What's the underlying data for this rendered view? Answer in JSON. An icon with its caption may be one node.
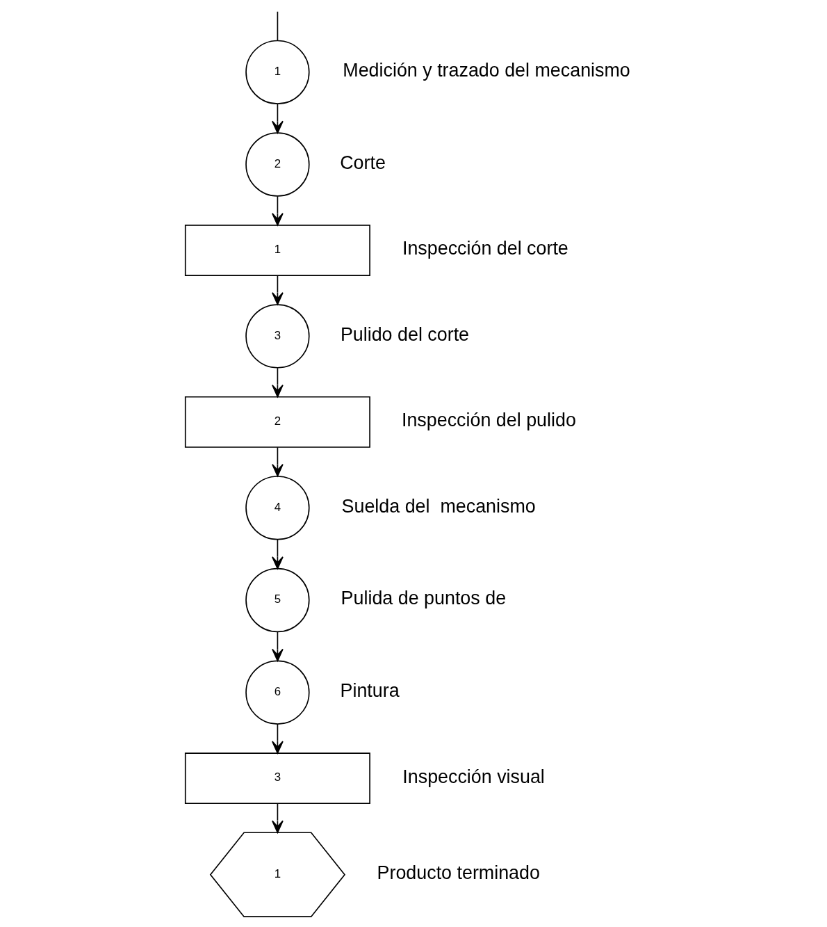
{
  "diagram": {
    "nodes": [
      {
        "text": [
          "1"
        ],
        "beside": [
          "Medición y trazado del mecanismo"
        ]
      },
      {
        "text": [
          "2"
        ],
        "beside": [
          "Corte"
        ]
      },
      {
        "text": [
          "1"
        ],
        "beside": [
          "Inspección del corte"
        ]
      },
      {
        "text": [
          "3"
        ],
        "beside": [
          "Pulido del corte"
        ]
      },
      {
        "text": [
          "2"
        ],
        "beside": [
          "Inspección del pulido"
        ]
      },
      {
        "text": [
          "4"
        ],
        "beside": [
          "Suelda del  mecanismo"
        ]
      },
      {
        "text": [
          "5"
        ],
        "beside": [
          "Pulida de puntos de"
        ]
      },
      {
        "text": [
          "6"
        ],
        "beside": [
          "Pintura"
        ]
      },
      {
        "text": [
          "3"
        ],
        "beside": [
          "Inspección visual"
        ]
      },
      {
        "text": [
          "1"
        ],
        "beside": [
          "Producto terminado"
        ]
      }
    ],
    "edges": [
      {
        "from": null,
        "to": 0,
        "arrow": "none"
      },
      {
        "from": 0,
        "to": 1,
        "arrow": "to"
      },
      {
        "from": 1,
        "to": 2,
        "arrow": "to"
      },
      {
        "from": 2,
        "to": 3,
        "arrow": "to"
      },
      {
        "from": 3,
        "to": 4,
        "arrow": "to"
      },
      {
        "from": 4,
        "to": 5,
        "arrow": "to"
      },
      {
        "from": 5,
        "to": 6,
        "arrow": "to"
      },
      {
        "from": 6,
        "to": 7,
        "arrow": "to"
      },
      {
        "from": 7,
        "to": 8,
        "arrow": "to"
      },
      {
        "from": 8,
        "to": 9,
        "arrow": "to"
      }
    ]
  }
}
